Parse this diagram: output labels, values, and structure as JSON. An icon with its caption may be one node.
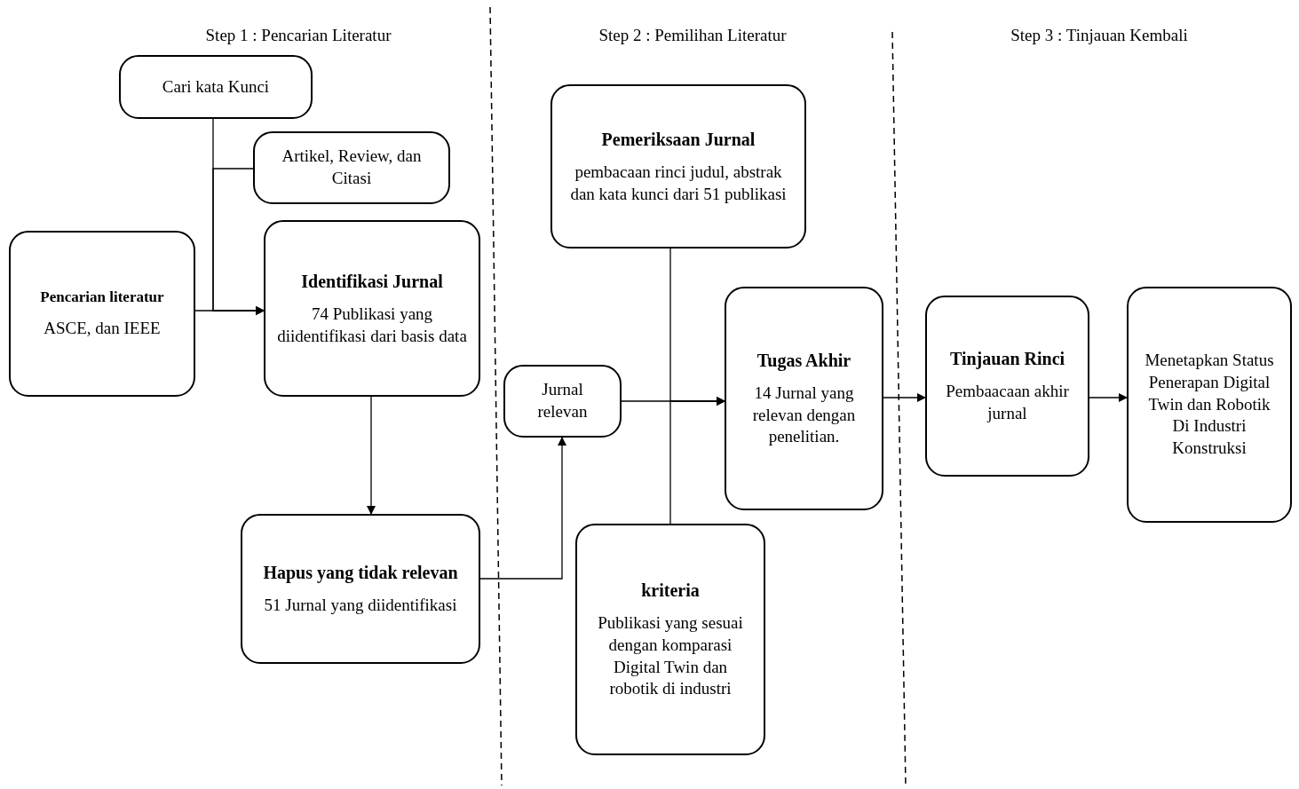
{
  "diagram": {
    "nodes": [
      {
        "text": [
          "Cari kata Kunci"
        ]
      },
      {
        "text": [
          "Artikel, Review, dan Citasi"
        ]
      },
      {
        "text": [
          "Pencarian literatur",
          "ASCE, dan IEEE"
        ]
      },
      {
        "text": [
          "Identifikasi Jurnal",
          "74 Publikasi yang diidentifikasi dari basis data"
        ]
      },
      {
        "text": [
          "Hapus yang tidak relevan",
          "51 Jurnal yang diidentifikasi"
        ]
      },
      {
        "text": [
          "Jurnal relevan"
        ]
      },
      {
        "text": [
          "Pemeriksaan Jurnal",
          "pembacaan rinci judul, abstrak dan kata kunci dari 51 publikasi"
        ]
      },
      {
        "text": [
          "kriteria",
          "Publikasi yang sesuai dengan komparasi Digital Twin dan robotik di industri"
        ]
      },
      {
        "text": [
          "Tugas Akhir",
          "14 Jurnal yang relevan dengan penelitian."
        ]
      },
      {
        "text": [
          "Tinjauan Rinci",
          "Pembaacaan akhir jurnal"
        ]
      },
      {
        "text": [
          "Menetapkan Status Penerapan Digital Twin dan Robotik Di Industri Konstruksi"
        ]
      }
    ],
    "edges": [
      {
        "from": 0,
        "to": 3,
        "arrow": "to"
      },
      {
        "from": 1,
        "to": 3,
        "arrow": "to"
      },
      {
        "from": 2,
        "to": 3,
        "arrow": "to"
      },
      {
        "from": 3,
        "to": 4,
        "arrow": "to"
      },
      {
        "from": 4,
        "to": 5,
        "arrow": "to"
      },
      {
        "from": 5,
        "to": 8,
        "arrow": "to"
      },
      {
        "from": 6,
        "to": 8,
        "arrow": "to"
      },
      {
        "from": 7,
        "to": 8,
        "arrow": "to"
      },
      {
        "from": 8,
        "to": 9,
        "arrow": "to"
      },
      {
        "from": 9,
        "to": 10,
        "arrow": "to"
      }
    ],
    "labels": [
      "Step 1 : Pencarian Literatur",
      "Step 2 : Pemilihan Literatur",
      "Step 3 : Tinjauan Kembali"
    ]
  }
}
